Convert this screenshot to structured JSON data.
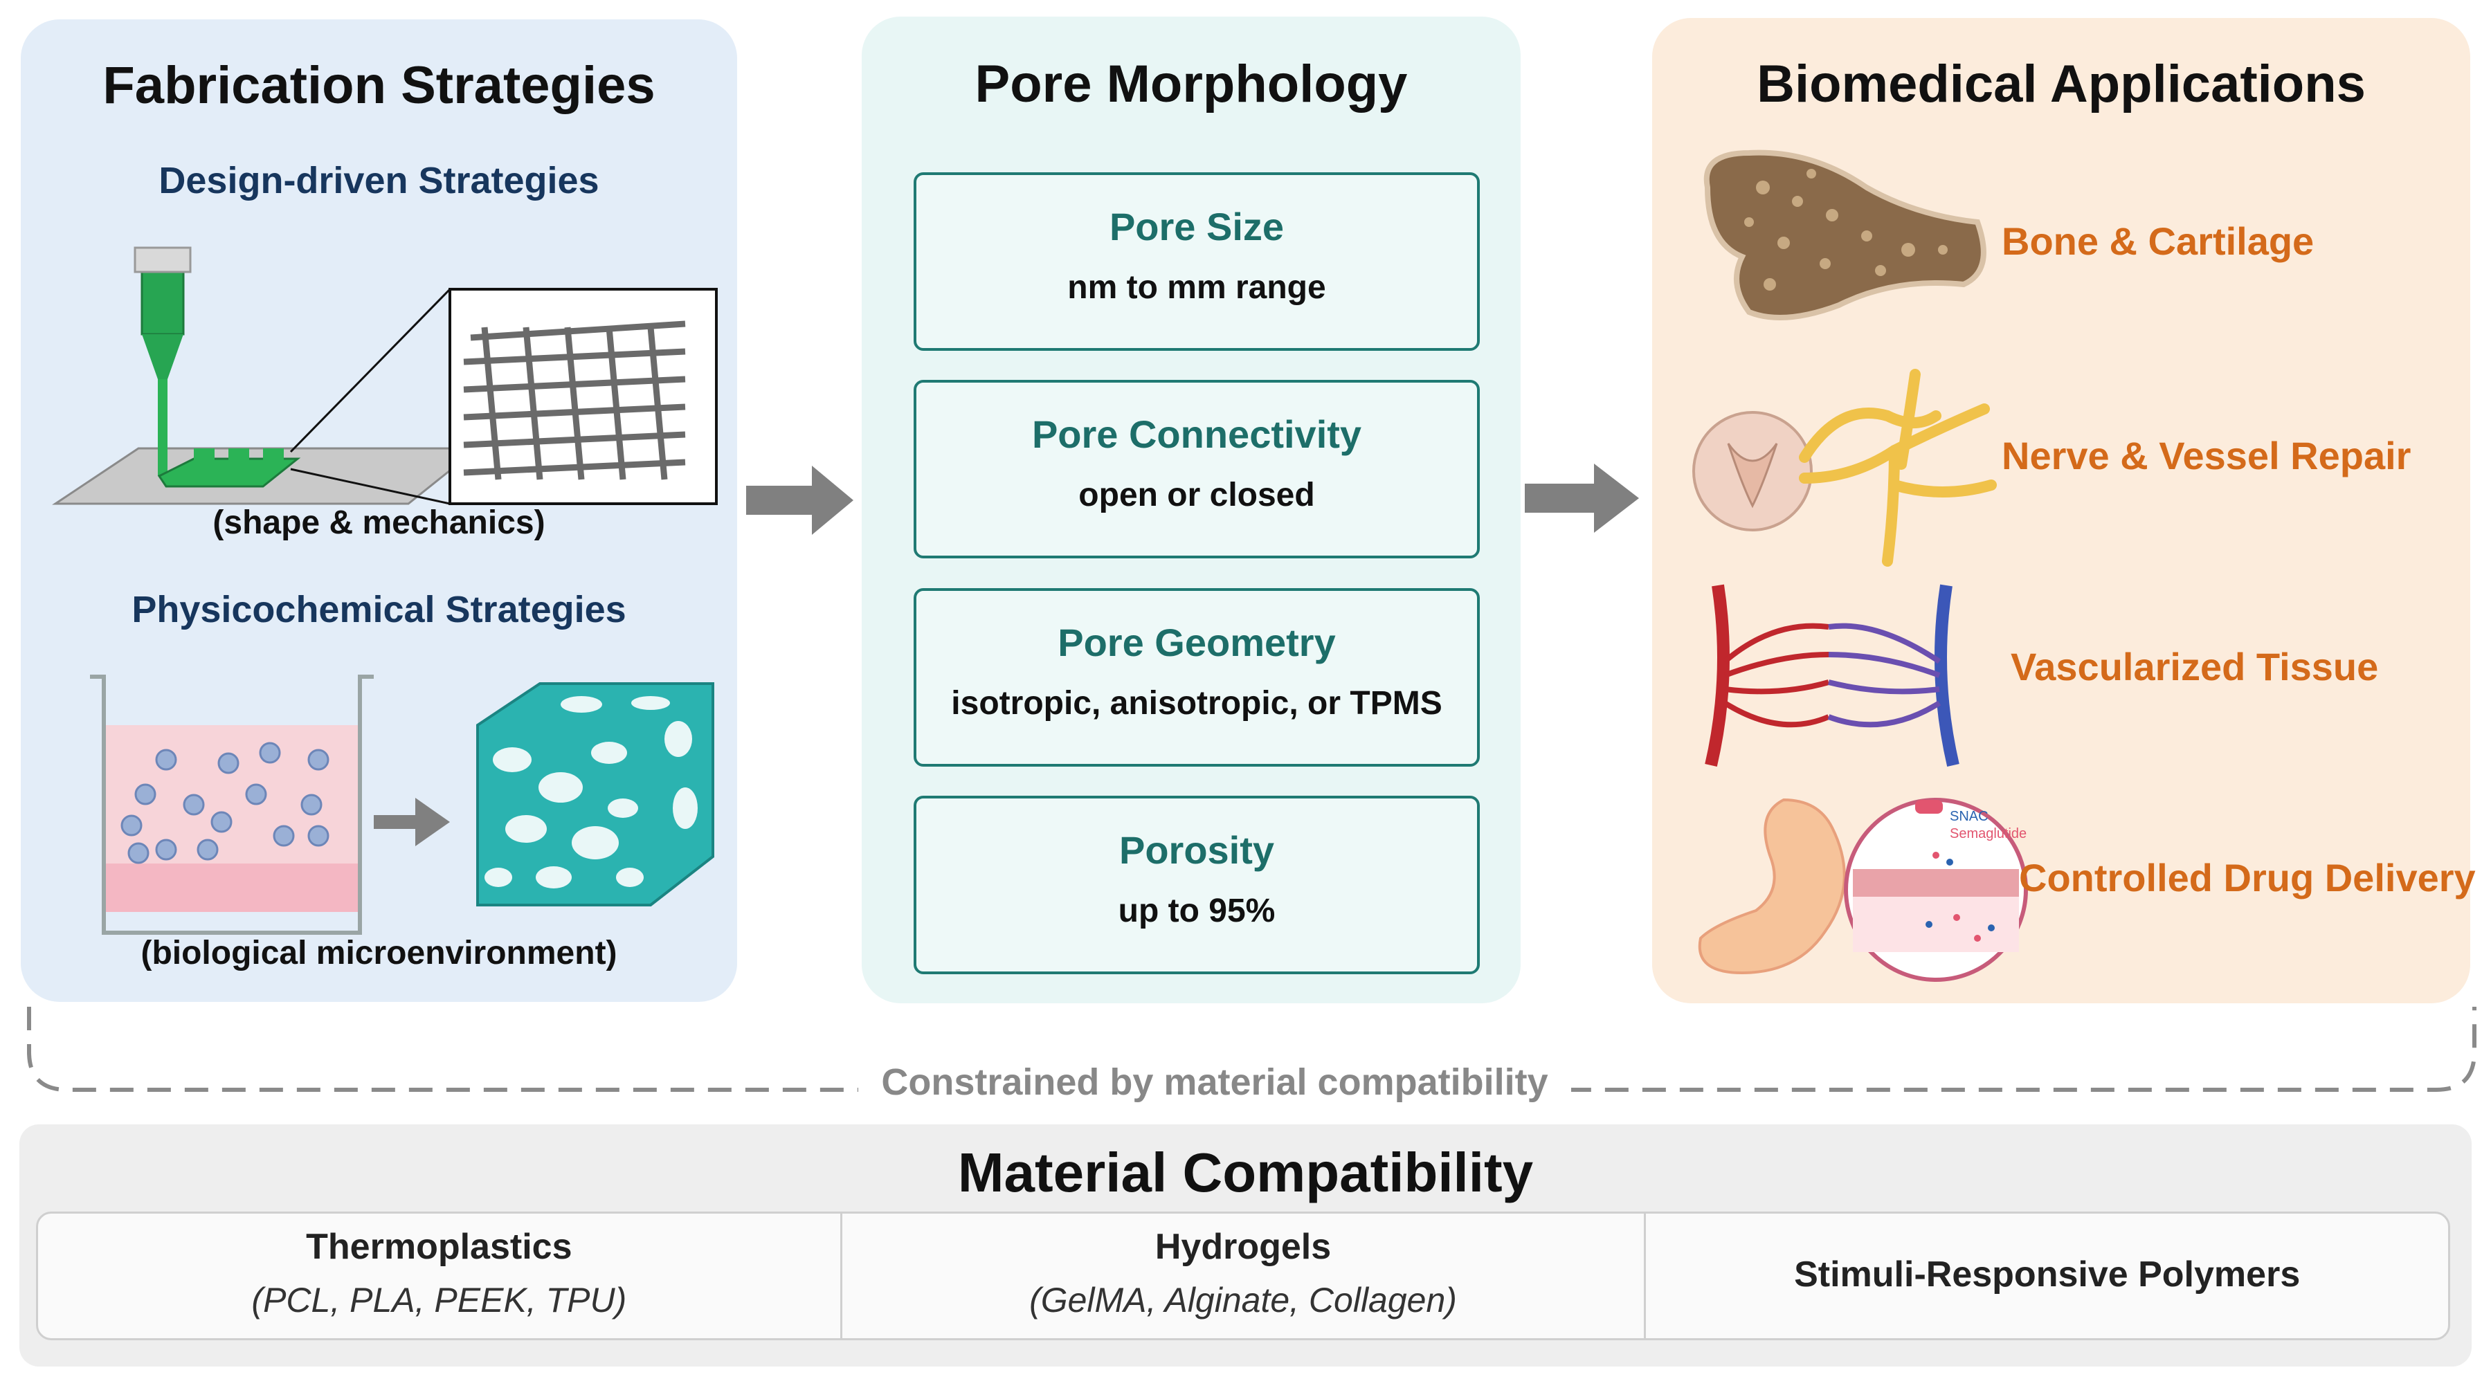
{
  "fabrication": {
    "title": "Fabrication Strategies",
    "design_subtitle": "Design-driven Strategies",
    "design_caption": "(shape & mechanics)",
    "physico_subtitle": "Physicochemical Strategies",
    "physico_caption": "(biological microenvironment)"
  },
  "pore": {
    "title": "Pore Morphology",
    "boxes": [
      {
        "heading": "Pore Size",
        "detail": "nm to mm range"
      },
      {
        "heading": "Pore Connectivity",
        "detail": "open or closed"
      },
      {
        "heading": "Pore Geometry",
        "detail": "isotropic, anisotropic, or TPMS"
      },
      {
        "heading": "Porosity",
        "detail": "up to 95%"
      }
    ]
  },
  "biomedical": {
    "title": "Biomedical Applications",
    "items": [
      {
        "label": "Bone & Cartilage",
        "icon": "bone-icon"
      },
      {
        "label": "Nerve & Vessel Repair",
        "icon": "nerve-icon"
      },
      {
        "label": "Vascularized Tissue",
        "icon": "vascular-network-icon"
      },
      {
        "label": "Controlled Drug Delivery",
        "icon": "stomach-drug-delivery-icon"
      }
    ],
    "drug_delivery_annotations": [
      "SNAC",
      "Semaglutide"
    ]
  },
  "constraint_label": "Constrained by material compatibility",
  "materials": {
    "title": "Material Compatibility",
    "items": [
      {
        "name": "Thermoplastics",
        "examples": "(PCL, PLA, PEEK, TPU)"
      },
      {
        "name": "Hydrogels",
        "examples": "(GelMA, Alginate, Collagen)"
      },
      {
        "name": "Stimuli-Responsive Polymers",
        "examples": ""
      }
    ]
  },
  "colors": {
    "fabrication_panel": "#e3edf8",
    "pore_panel": "#e8f6f5",
    "biomedical_panel": "#fcecdc",
    "pore_accent": "#1d6e69",
    "application_label": "#d46a1a",
    "subtitle_navy": "#17365d",
    "arrow_gray": "#808080"
  }
}
